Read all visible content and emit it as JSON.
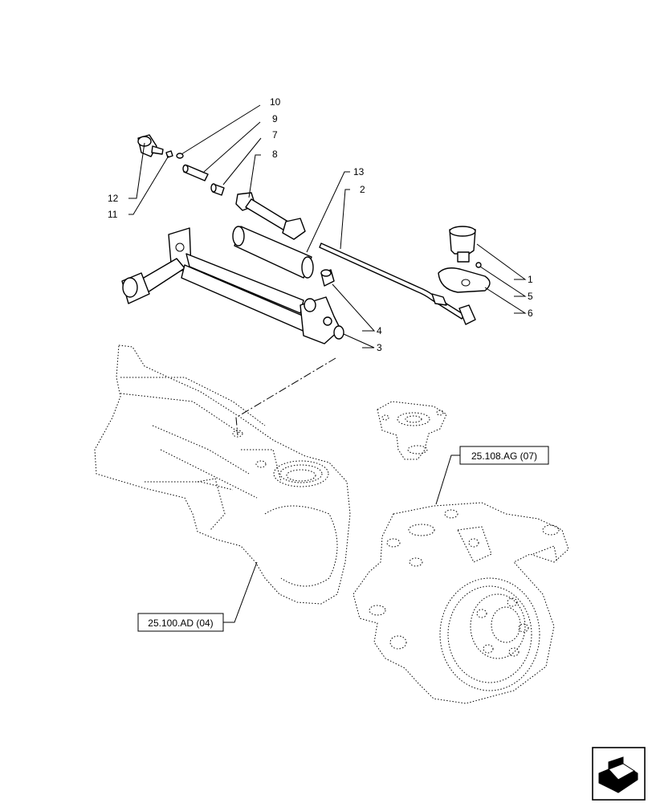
{
  "callouts": [
    "1",
    "2",
    "3",
    "4",
    "5",
    "6",
    "7",
    "8",
    "9",
    "10",
    "11",
    "12",
    "13"
  ],
  "references": {
    "steering_knuckle": "25.108.AG (07)",
    "axle_housing": "25.100.AD (04)"
  },
  "nav_icon": "next-page-arrow-icon"
}
